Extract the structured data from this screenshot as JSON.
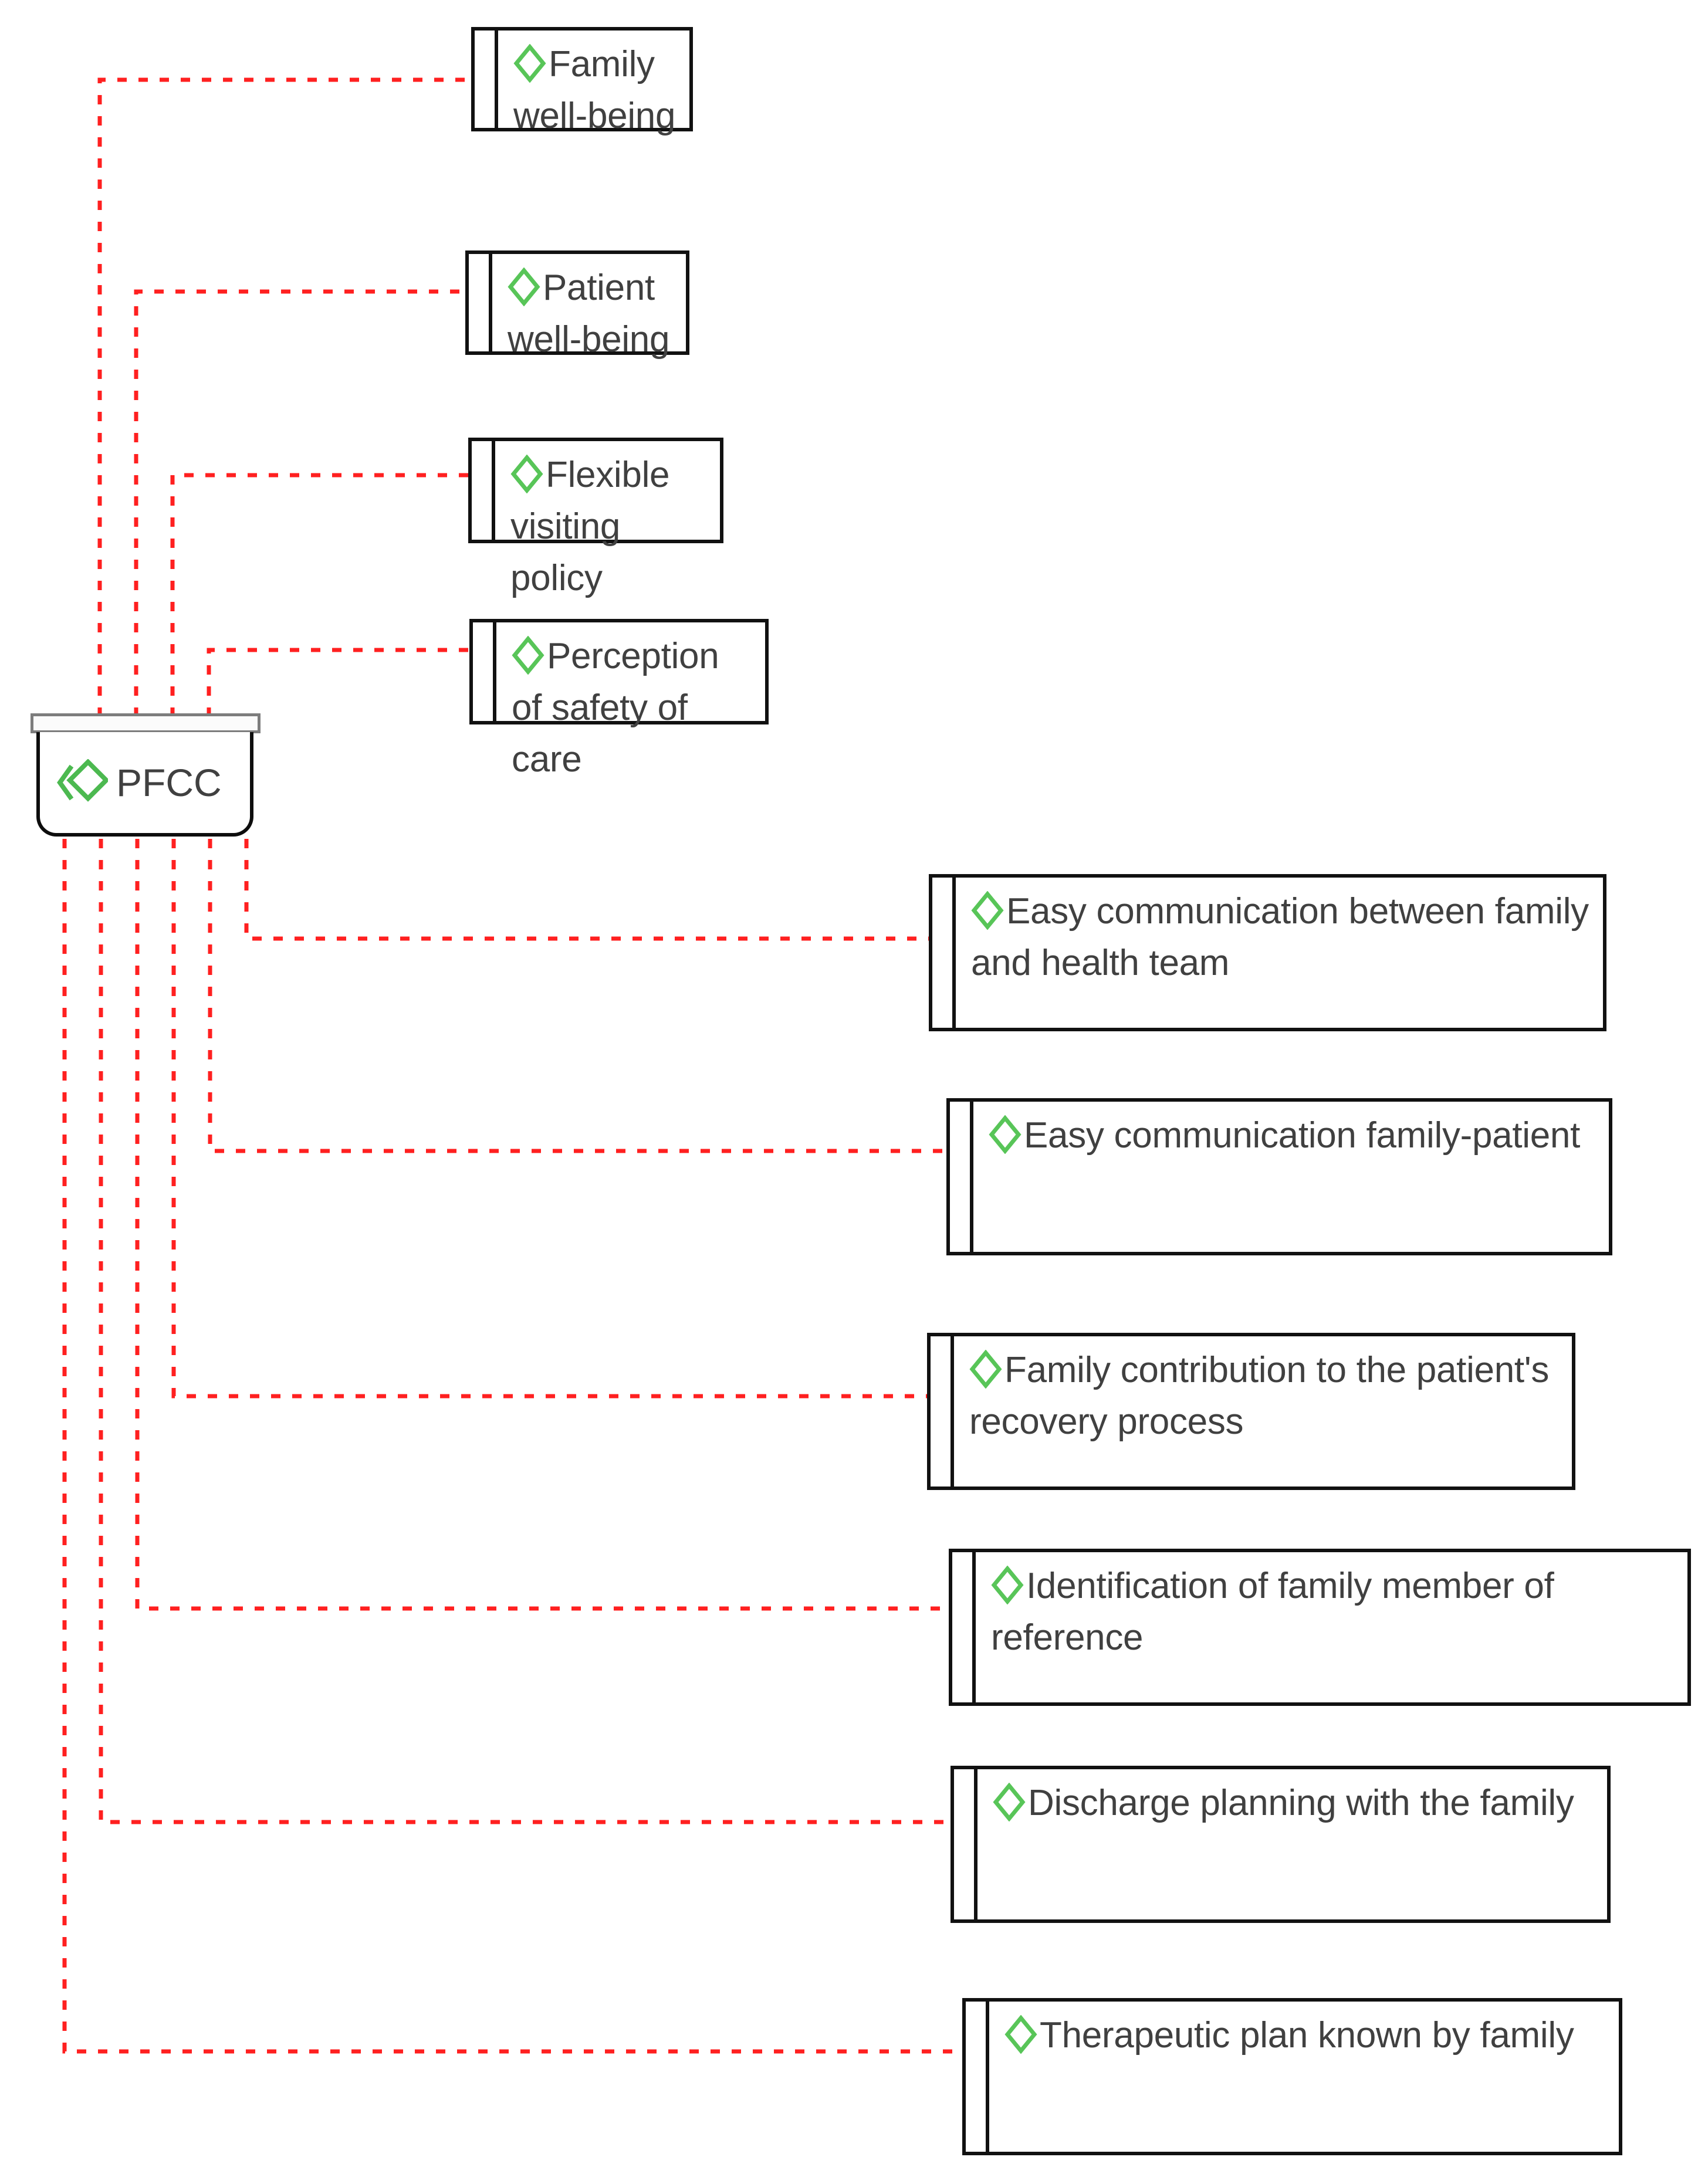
{
  "diagram": {
    "type": "mind-map",
    "root": {
      "label": "PFCC",
      "icon": "double-diamond-icon"
    },
    "edge_style": {
      "color": "#ff2020",
      "pattern": "dotted",
      "width": 7
    },
    "node_style": {
      "border_color": "#111111",
      "fill": "#ffffff",
      "icon": "diamond-icon",
      "icon_color": "#58c558",
      "text_color": "#404040",
      "root_header_color": "#7d7d7d"
    },
    "branches": [
      {
        "id": "family-well-being",
        "label": "Family well-being",
        "icon": "diamond-icon",
        "side": "above",
        "order": 1
      },
      {
        "id": "patient-well-being",
        "label": "Patient well-being",
        "icon": "diamond-icon",
        "side": "above",
        "order": 2
      },
      {
        "id": "flexible-visiting-policy",
        "label": "Flexible visiting policy",
        "icon": "diamond-icon",
        "side": "above",
        "order": 3
      },
      {
        "id": "perception-of-safety",
        "label": "Perception of safety of care",
        "icon": "diamond-icon",
        "side": "above",
        "order": 4
      },
      {
        "id": "easy-comm-family-health",
        "label": "Easy communication between family and health team",
        "icon": "diamond-icon",
        "side": "below",
        "order": 5
      },
      {
        "id": "easy-comm-family-patient",
        "label": "Easy communication family-patient",
        "icon": "diamond-icon",
        "side": "below",
        "order": 6
      },
      {
        "id": "family-contribution",
        "label": "Family contribution to the patient's recovery process",
        "icon": "diamond-icon",
        "side": "below",
        "order": 7
      },
      {
        "id": "identification-of-member",
        "label": "Identification of family member of reference",
        "icon": "diamond-icon",
        "side": "below",
        "order": 8
      },
      {
        "id": "discharge-planning",
        "label": "Discharge planning with the family",
        "icon": "diamond-icon",
        "side": "below",
        "order": 9
      },
      {
        "id": "therapeutic-plan",
        "label": "Therapeutic plan known by family",
        "icon": "diamond-icon",
        "side": "below",
        "order": 10
      }
    ]
  }
}
